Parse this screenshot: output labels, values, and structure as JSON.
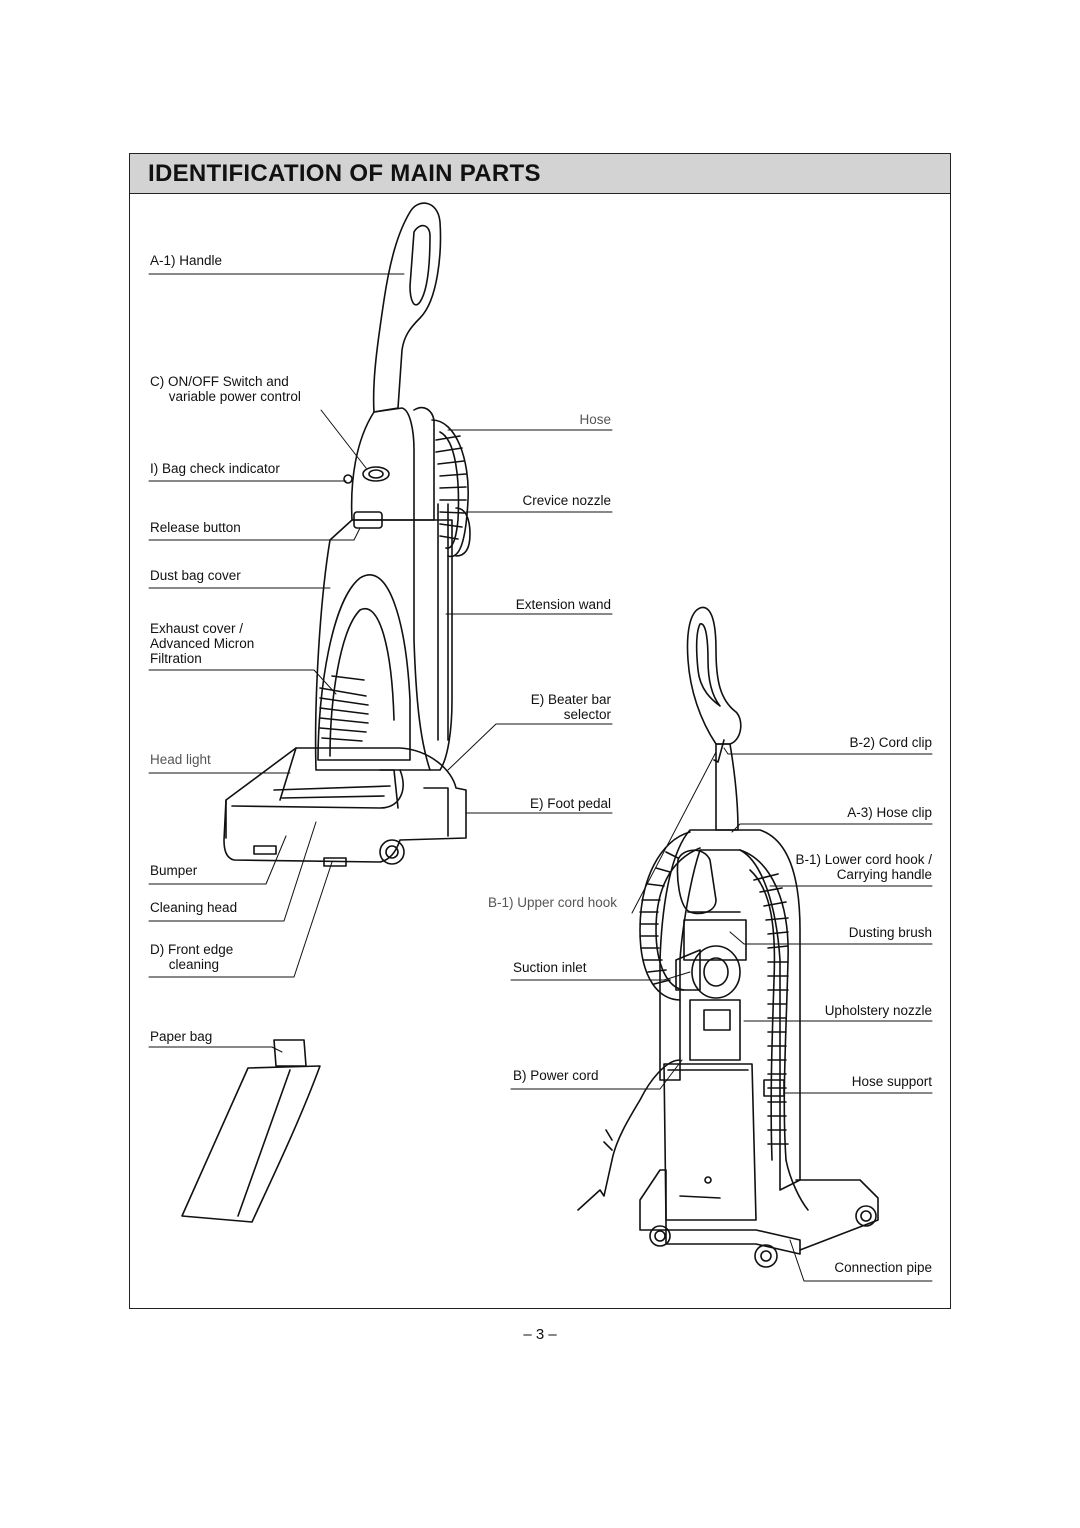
{
  "title": "IDENTIFICATION OF MAIN PARTS",
  "labels": {
    "handle": "A-1) Handle",
    "onoff": "C) ON/OFF Switch and\n     variable power control",
    "bag_check": "I) Bag check indicator",
    "release": "Release button",
    "dust_cover": "Dust bag cover",
    "exhaust": "Exhaust cover /\nAdvanced Micron\nFiltration",
    "head_light": "Head light",
    "bumper": "Bumper",
    "cleaning_head": "Cleaning head",
    "front_edge": "D) Front edge\n     cleaning",
    "paper_bag": "Paper bag",
    "hose": "Hose",
    "crevice": "Crevice nozzle",
    "extension": "Extension wand",
    "beater": "E) Beater bar\n     selector",
    "foot_pedal": "E) Foot pedal",
    "upper_cord": "B-1) Upper cord hook",
    "suction": "Suction inlet",
    "power_cord": "B) Power cord",
    "cord_clip": "B-2) Cord clip",
    "hose_clip": "A-3) Hose clip",
    "lower_cord": "B-1) Lower cord hook /\nCarrying handle",
    "dusting": "Dusting brush",
    "upholstery": "Upholstery nozzle",
    "hose_support": "Hose support",
    "connection": "Connection pipe"
  },
  "page_number": "– 3 –"
}
